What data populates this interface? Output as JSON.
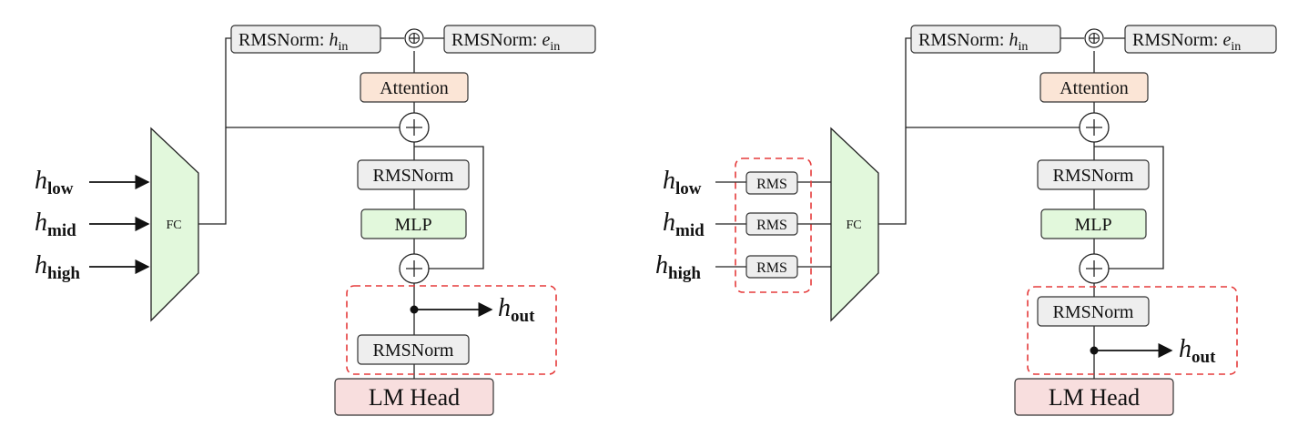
{
  "labels": {
    "rmsnorm_h_prefix": "RMSNorm: ",
    "rmsnorm_e_prefix": "RMSNorm: ",
    "h_var": "h",
    "e_var": "e",
    "in_sub": "in",
    "attention": "Attention",
    "rmsnorm": "RMSNorm",
    "mlp": "MLP",
    "rms": "RMS",
    "fc": "FC",
    "lm_head": "LM Head",
    "inputs": [
      {
        "var": "h",
        "sub": "low"
      },
      {
        "var": "h",
        "sub": "mid"
      },
      {
        "var": "h",
        "sub": "high"
      }
    ],
    "output": {
      "var": "h",
      "sub": "out"
    }
  },
  "colors": {
    "gray_box": "#eeeeee",
    "attention_fill": "#fbe5d6",
    "mlp_fill": "#e2f8dc",
    "fc_fill": "#e2f8dc",
    "lm_head_fill": "#f8dede",
    "dashed_red": "#e53b3b"
  }
}
